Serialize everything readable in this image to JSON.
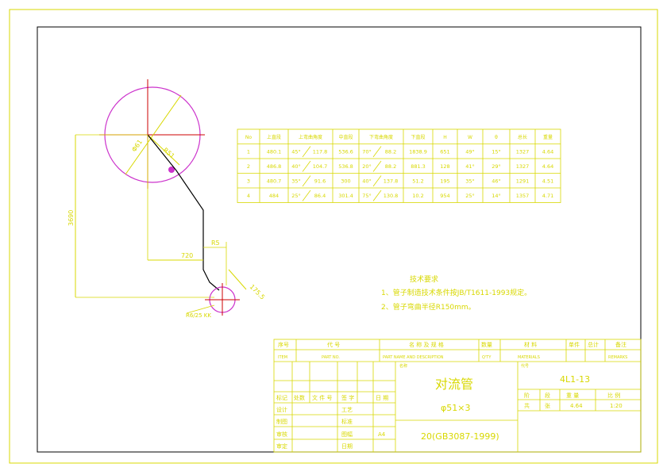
{
  "table": {
    "headers": [
      "No",
      "上直段",
      "上弯曲角度",
      "中直段",
      "下弯曲角度",
      "下直段",
      "H",
      "W",
      "θ",
      "总长",
      "重量"
    ],
    "rows": [
      [
        "1",
        "480.1",
        "45°",
        "117.8",
        "536.6",
        "70°",
        "88.2",
        "1838.9",
        "651",
        "49°",
        "15°",
        "1327",
        "4.64"
      ],
      [
        "2",
        "486.8",
        "40°",
        "104.7",
        "536.8",
        "20°",
        "88.2",
        "881.3",
        "128",
        "41°",
        "29°",
        "1327",
        "4.64"
      ],
      [
        "3",
        "480.7",
        "35°",
        "91.6",
        "300",
        "40°",
        "137.8",
        "51.2",
        "195",
        "35°",
        "46°",
        "1291",
        "4.51"
      ],
      [
        "4",
        "484",
        "25°",
        "86.4",
        "301.4",
        "75°",
        "130.8",
        "10.2",
        "954",
        "25°",
        "14°",
        "1357",
        "4.71"
      ]
    ]
  },
  "drawing": {
    "dim_vertical": "3690",
    "dim_horizontal": "720",
    "dim_small": "R5",
    "dim_diagonal": "175.5",
    "circle_label_1": "Φ61",
    "circle_label_2": "R51",
    "small_circle_label": "R6/25 KK"
  },
  "notes": {
    "title": "技术要求",
    "line1": "1、管子制造技术条件按JB/T1611-1993规定。",
    "line2": "2、管子弯曲半径R150mm。"
  },
  "title_block": {
    "bom_seq": "序号",
    "bom_seq_en": "ITEM",
    "bom_code": "代 号",
    "bom_code_en": "PART NO.",
    "bom_name": "名 称 及 规 格",
    "bom_name_en": "PART NAME AND DESCRIPTION",
    "bom_qty": "数量",
    "bom_qty_en": "Q'TY",
    "bom_mat": "材 料",
    "bom_mat_en": "MATERIALS",
    "bom_single": "单件",
    "bom_total": "总计",
    "bom_remark": "备注",
    "bom_remark_en": "REMARKS",
    "rev_mark": "标记",
    "rev_count": "处数",
    "rev_doc": "文 件 号",
    "rev_sign": "签 字",
    "rev_date": "日 期",
    "design": "设计",
    "draw": "制图",
    "check": "审核",
    "approve": "审定",
    "process": "工艺",
    "standard": "标准",
    "sheet_size_label": "图幅",
    "sheet_size": "A4",
    "date_label": "日期",
    "name_tag": "名称",
    "part_name": "对流管",
    "part_spec": "φ51×3",
    "material": "20(GB3087-1999)",
    "code_tag": "代号",
    "drawing_no": "4L1-13",
    "stage": "阶",
    "stage_mark": "段",
    "weight": "重 量",
    "scale": "比 例",
    "sheet_total": "共",
    "sheet_of": "张",
    "weight_val": "4.64",
    "scale_val": "1:20"
  },
  "colors": {
    "frame": "#d8d800",
    "outline": "#000000",
    "circle": "#cc33cc",
    "center_line": "#cc0000",
    "symbol": "#0000ff"
  }
}
